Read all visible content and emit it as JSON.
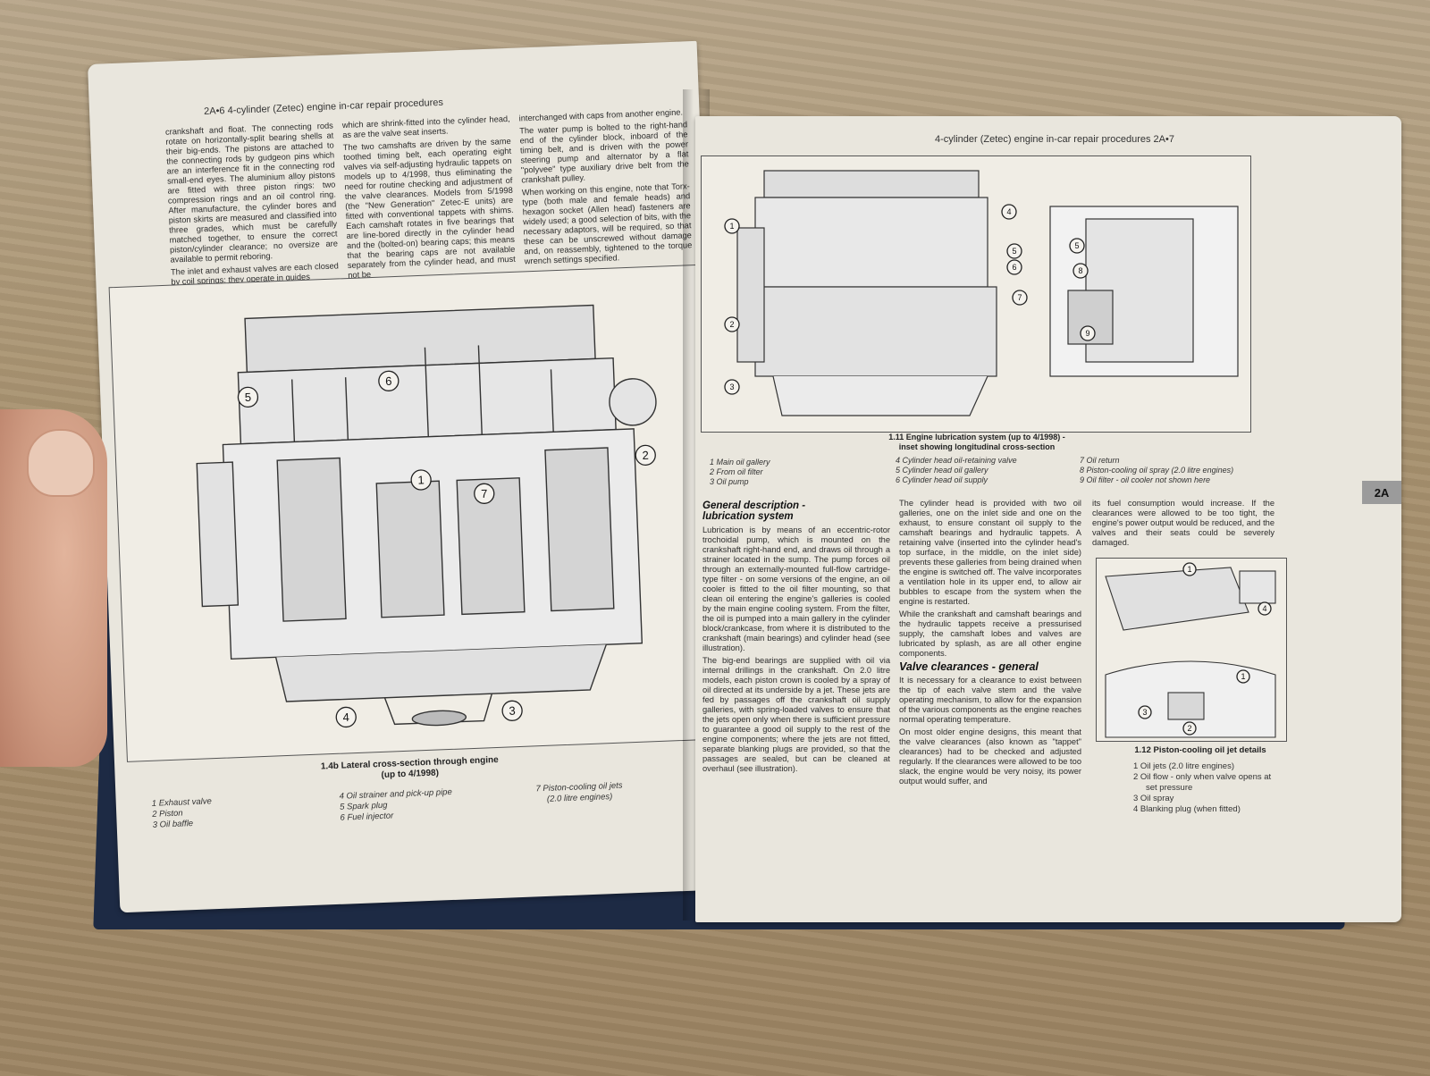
{
  "left_page": {
    "running_head": "2A•6  4-cylinder (Zetec) engine in-car repair procedures",
    "col1": [
      "crankshaft and float. The connecting rods rotate on horizontally-split bearing shells at their big-ends. The pistons are attached to the connecting rods by gudgeon pins which are an interference fit in the connecting rod small-end eyes. The aluminium alloy pistons are fitted with three piston rings: two compression rings and an oil control ring. After manufacture, the cylinder bores and piston skirts are measured and classified into three grades, which must be carefully matched together, to ensure the correct piston/cylinder clearance; no oversize are available to permit reboring.",
      "The inlet and exhaust valves are each closed by coil springs; they operate in guides"
    ],
    "col2": [
      "which are shrink-fitted into the cylinder head, as are the valve seat inserts.",
      "The two camshafts are driven by the same toothed timing belt, each operating eight valves via self-adjusting hydraulic tappets on models up to 4/1998, thus eliminating the need for routine checking and adjustment of the valve clearances. Models from 5/1998 (the \"New Generation\" Zetec-E units) are fitted with conventional tappets with shims. Each camshaft rotates in five bearings that are line-bored directly in the cylinder head and the (bolted-on) bearing caps; this means that the bearing caps are not available separately from the cylinder head, and must not be"
    ],
    "col3": [
      "interchanged with caps from another engine.",
      "The water pump is bolted to the right-hand end of the cylinder block, inboard of the timing belt, and is driven with the power steering pump and alternator by a flat \"polyvee\" type auxiliary drive belt from the crankshaft pulley.",
      "When working on this engine, note that Torx-type (both male and female heads) and hexagon socket (Allen head) fasteners are widely used; a good selection of bits, with the necessary adaptors, will be required, so that these can be unscrewed without damage and, on reassembly, tightened to the torque wrench settings specified."
    ],
    "figure": {
      "caption_line1": "1.4b Lateral cross-section through engine",
      "caption_line2": "(up to 4/1998)",
      "legend": [
        [
          "1  Exhaust valve",
          "2  Piston",
          "3  Oil baffle"
        ],
        [
          "4  Oil strainer and pick-up pipe",
          "5  Spark plug",
          "6  Fuel injector"
        ],
        [
          "7  Piston-cooling oil jets",
          "(2.0 litre engines)"
        ]
      ]
    }
  },
  "right_page": {
    "running_head": "4-cylinder (Zetec) engine in-car repair procedures  2A•7",
    "tab": "2A",
    "figure1": {
      "caption_line1": "1.11 Engine lubrication system (up to 4/1998) -",
      "caption_line2": "inset showing longitudinal cross-section",
      "legend": [
        [
          "1  Main oil gallery",
          "2  From oil filter",
          "3  Oil pump"
        ],
        [
          "4  Cylinder head oil-retaining valve",
          "5  Cylinder head oil gallery",
          "6  Cylinder head oil supply"
        ],
        [
          "7  Oil return",
          "8  Piston-cooling oil spray (2.0 litre engines)",
          "9  Oil filter - oil cooler not shown here"
        ]
      ]
    },
    "section1_heading_line1": "General description -",
    "section1_heading_line2": "lubrication system",
    "section1_col1": [
      "Lubrication is by means of an eccentric-rotor trochoidal pump, which is mounted on the crankshaft right-hand end, and draws oil through a strainer located in the sump. The pump forces oil through an externally-mounted full-flow cartridge-type filter - on some versions of the engine, an oil cooler is fitted to the oil filter mounting, so that clean oil entering the engine's galleries is cooled by the main engine cooling system. From the filter, the oil is pumped into a main gallery in the cylinder block/crankcase, from where it is distributed to the crankshaft (main bearings) and cylinder head (see illustration).",
      "The big-end bearings are supplied with oil via internal drillings in the crankshaft. On 2.0 litre models, each piston crown is cooled by a spray of oil directed at its underside by a jet. These jets are fed by passages off the crankshaft oil supply galleries, with spring-loaded valves to ensure that the jets open only when there is sufficient pressure to guarantee a good oil supply to the rest of the engine components; where the jets are not fitted, separate blanking plugs are provided, so that the passages are sealed, but can be cleaned at overhaul (see illustration)."
    ],
    "section1_col2": [
      "The cylinder head is provided with two oil galleries, one on the inlet side and one on the exhaust, to ensure constant oil supply to the camshaft bearings and hydraulic tappets. A retaining valve (inserted into the cylinder head's top surface, in the middle, on the inlet side) prevents these galleries from being drained when the engine is switched off. The valve incorporates a ventilation hole in its upper end, to allow air bubbles to escape from the system when the engine is restarted.",
      "While the crankshaft and camshaft bearings and the hydraulic tappets receive a pressurised supply, the camshaft lobes and valves are lubricated by splash, as are all other engine components."
    ],
    "section2_heading": "Valve clearances - general",
    "section2_col2": [
      "It is necessary for a clearance to exist between the tip of each valve stem and the valve operating mechanism, to allow for the expansion of the various components as the engine reaches normal operating temperature.",
      "On most older engine designs, this meant that the valve clearances (also known as \"tappet\" clearances) had to be checked and adjusted regularly. If the clearances were allowed to be too slack, the engine would be very noisy, its power output would suffer, and"
    ],
    "col3_text": [
      "its fuel consumption would increase. If the clearances were allowed to be too tight, the engine's power output would be reduced, and the valves and their seats could be severely damaged."
    ],
    "figure2": {
      "caption": "1.12 Piston-cooling oil jet details",
      "legend": [
        "1  Oil jets (2.0 litre engines)",
        "2  Oil flow - only when valve opens at",
        "set pressure",
        "3  Oil spray",
        "4  Blanking plug (when fitted)"
      ]
    }
  },
  "callouts": {
    "fig_1_4b": [
      "5",
      "6",
      "1",
      "2",
      "7",
      "4",
      "3"
    ],
    "fig_1_11": [
      "1",
      "2",
      "3",
      "4",
      "5",
      "6",
      "7",
      "5",
      "8",
      "9"
    ],
    "fig_1_12": [
      "1",
      "4",
      "1",
      "2",
      "3"
    ]
  }
}
